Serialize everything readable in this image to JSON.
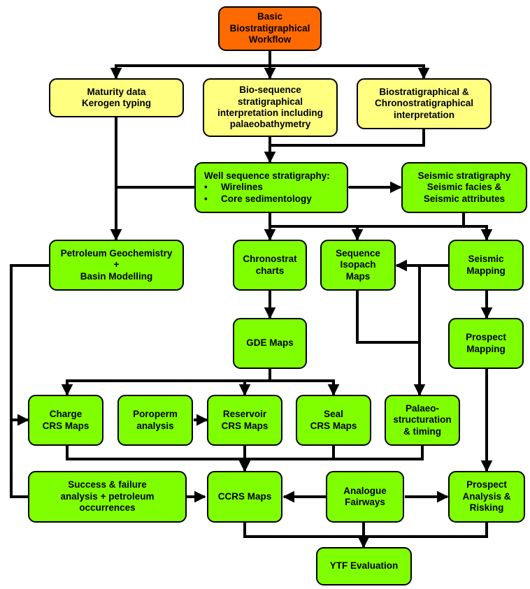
{
  "diagram": {
    "nodes": {
      "basic": {
        "text": "Basic\nBiostratigraphical\nWorkflow",
        "color": "#ff6a00"
      },
      "maturity": {
        "text": "Maturity data\nKerogen typing",
        "color": "#ffff80"
      },
      "bioseq": {
        "text": "Bio-sequence\nstratigraphical\ninterpretation including\npalaeobathymetry",
        "color": "#ffff80"
      },
      "biostrat": {
        "text": "Biostratigraphical &\nChronostratigraphical\ninterpretation",
        "color": "#ffff80"
      },
      "well_seq": {
        "title": "Well sequence stratigraphy:",
        "bullet": "•",
        "items": [
          "Wirelines",
          "Core sedimentology"
        ],
        "color": "#80ff00"
      },
      "seismic_strat": {
        "text": "Seismic stratigraphy\nSeismic facies &\nSeismic attributes",
        "color": "#80ff00"
      },
      "petroleum": {
        "text": "Petroleum Geochemistry\n+\nBasin Modelling",
        "color": "#80ff00"
      },
      "chrono": {
        "text": "Chronostrat\ncharts",
        "color": "#80ff00"
      },
      "seq_isopach": {
        "text": "Sequence\nIsopach\nMaps",
        "color": "#80ff00"
      },
      "seismic_map": {
        "text": "Seismic\nMapping",
        "color": "#80ff00"
      },
      "gde": {
        "text": "GDE Maps",
        "color": "#80ff00"
      },
      "prospect_map": {
        "text": "Prospect\nMapping",
        "color": "#80ff00"
      },
      "charge": {
        "text": "Charge\nCRS Maps",
        "color": "#80ff00"
      },
      "poroperm": {
        "text": "Poroperm\nanalysis",
        "color": "#80ff00"
      },
      "reservoir": {
        "text": "Reservoir\nCRS Maps",
        "color": "#80ff00"
      },
      "seal": {
        "text": "Seal\nCRS Maps",
        "color": "#80ff00"
      },
      "palaeo": {
        "text": "Palaeo-\nstructuration\n& timing",
        "color": "#80ff00"
      },
      "success": {
        "text": "Success & failure\nanalysis + petroleum\noccurrences",
        "color": "#80ff00"
      },
      "ccrs": {
        "text": "CCRS Maps",
        "color": "#80ff00"
      },
      "analogue": {
        "text": "Analogue\nFairways",
        "color": "#80ff00"
      },
      "prospect_analysis": {
        "text": "Prospect\nAnalysis &\nRisking",
        "color": "#80ff00"
      },
      "ytf": {
        "text": "YTF Evaluation",
        "color": "#80ff00"
      }
    }
  }
}
